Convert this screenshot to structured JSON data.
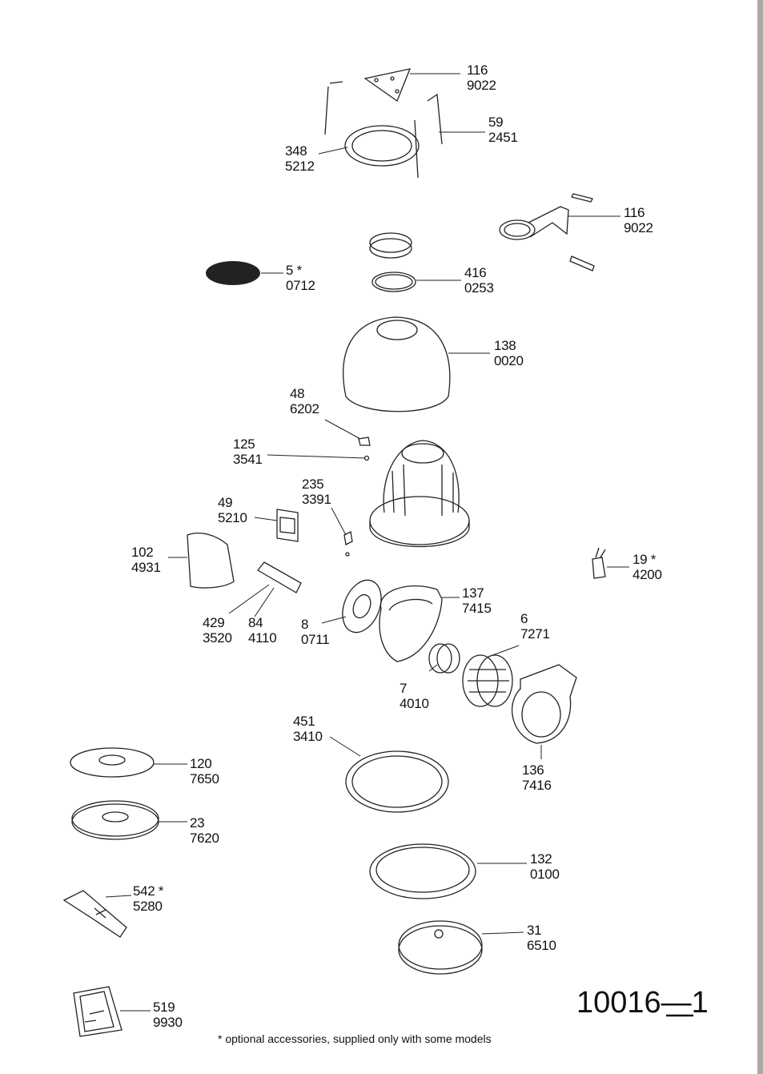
{
  "diagram": {
    "code": "10016—1",
    "footnote": "* optional accessories, supplied only with some models",
    "callouts": [
      {
        "id": "c116a",
        "code": "116",
        "ref": "9022"
      },
      {
        "id": "c59",
        "code": "59",
        "ref": "2451"
      },
      {
        "id": "c348",
        "code": "348",
        "ref": "5212"
      },
      {
        "id": "c116b",
        "code": "116",
        "ref": "9022"
      },
      {
        "id": "c5",
        "code": "5 *",
        "ref": "0712"
      },
      {
        "id": "c416",
        "code": "416",
        "ref": "0253"
      },
      {
        "id": "c138",
        "code": "138",
        "ref": "0020"
      },
      {
        "id": "c48",
        "code": "48",
        "ref": "6202"
      },
      {
        "id": "c125",
        "code": "125",
        "ref": "3541"
      },
      {
        "id": "c235",
        "code": "235",
        "ref": "3391"
      },
      {
        "id": "c49",
        "code": "49",
        "ref": "5210"
      },
      {
        "id": "c102",
        "code": "102",
        "ref": "4931"
      },
      {
        "id": "c19",
        "code": "19 *",
        "ref": "4200"
      },
      {
        "id": "c137",
        "code": "137",
        "ref": "7415"
      },
      {
        "id": "c429",
        "code": "429",
        "ref": "3520"
      },
      {
        "id": "c84",
        "code": "84",
        "ref": "4110"
      },
      {
        "id": "c8",
        "code": "8",
        "ref": "0711"
      },
      {
        "id": "c6",
        "code": "6",
        "ref": "7271"
      },
      {
        "id": "c7",
        "code": "7",
        "ref": "4010"
      },
      {
        "id": "c451",
        "code": "451",
        "ref": "3410"
      },
      {
        "id": "c136",
        "code": "136",
        "ref": "7416"
      },
      {
        "id": "c120",
        "code": "120",
        "ref": "7650"
      },
      {
        "id": "c23",
        "code": "23",
        "ref": "7620"
      },
      {
        "id": "c132",
        "code": "132",
        "ref": "0100"
      },
      {
        "id": "c542",
        "code": "542 *",
        "ref": "5280"
      },
      {
        "id": "c31",
        "code": "31",
        "ref": "6510"
      },
      {
        "id": "c519",
        "code": "519",
        "ref": "9930"
      }
    ]
  }
}
